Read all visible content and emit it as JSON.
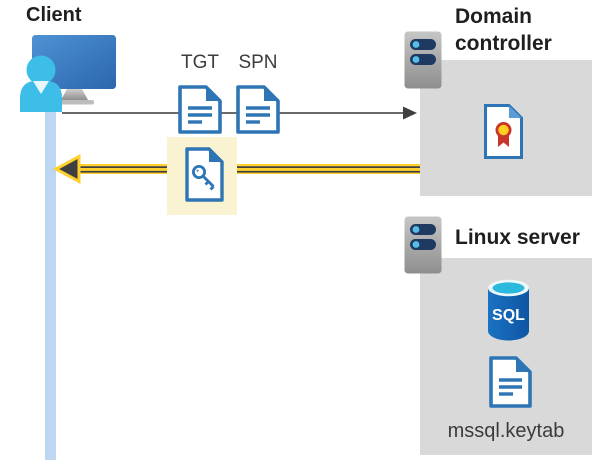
{
  "client": {
    "label": "Client"
  },
  "flow": {
    "tgt_label": "TGT",
    "spn_label": "SPN",
    "request_arrow": "client-to-domain-controller",
    "response_arrow": "domain-controller-to-client"
  },
  "domain_controller": {
    "label": "Domain controller"
  },
  "linux_server": {
    "label": "Linux server",
    "sql_badge": "SQL",
    "keytab_file": "mssql.keytab"
  },
  "icons": [
    "client-user-workstation-icon",
    "document-icon-tgt",
    "document-icon-spn",
    "key-document-icon",
    "server-icon-domain-controller",
    "certificate-icon",
    "server-icon-linux",
    "sql-database-icon",
    "document-icon-keytab"
  ],
  "colors": {
    "accent_yellow": "#FFD02E",
    "highlight_yellow_bg": "#FAF3D1",
    "doc_blue": "#2E75B6",
    "client_bar_blue": "#BDD7F2",
    "box_gray": "#D9D9D9",
    "arrow_gray": "#6A6A6A",
    "arrow_dark": "#3F3F3F",
    "monitor_blue": "#3579BE",
    "person_cyan": "#3DBEE9",
    "sql_blue": "#1263B1",
    "sql_cyan": "#2CB9DE",
    "cert_red": "#C9342B",
    "cert_gold": "#FFD021"
  }
}
